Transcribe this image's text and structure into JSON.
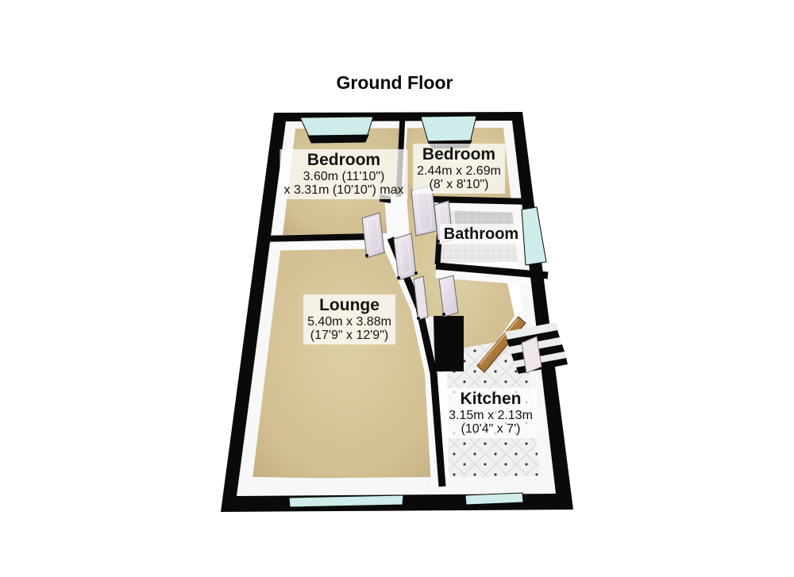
{
  "title": "Ground Floor",
  "rooms": [
    {
      "id": "bedroom-1",
      "name": "Bedroom",
      "dims": [
        "3.60m (11'10\")",
        "x 3.31m (10'10\") max"
      ]
    },
    {
      "id": "bedroom-2",
      "name": "Bedroom",
      "dims": [
        "2.44m x 2.69m",
        "(8' x 8'10\")"
      ]
    },
    {
      "id": "bathroom",
      "name": "Bathroom",
      "dims": []
    },
    {
      "id": "lounge",
      "name": "Lounge",
      "dims": [
        "5.40m x 3.88m",
        "(17'9\" x 12'9\")"
      ]
    },
    {
      "id": "kitchen",
      "name": "Kitchen",
      "dims": [
        "3.15m x 2.13m",
        "(10'4\" x 7')"
      ]
    }
  ],
  "colors": {
    "wall": "#0a0a0a",
    "wall_face": "#f7f7f7",
    "carpet": "#d2bf92",
    "tile": "#efefed",
    "window_glass": "#cdecea",
    "door_panel": "#e9e3ec",
    "front_door_wood": "#a9742f",
    "label_background": "rgba(255,255,255,0.74)",
    "text": "#141414"
  }
}
